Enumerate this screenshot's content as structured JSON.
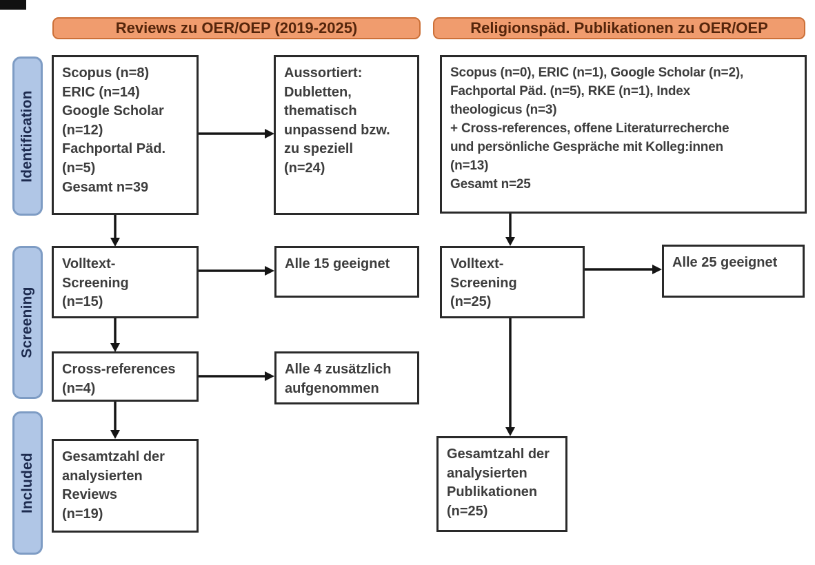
{
  "headers": {
    "left": "Reviews zu OER/OEP (2019-2025)",
    "right": "Religionspäd. Publikationen zu OER/OEP"
  },
  "stages": [
    {
      "label": "Identification"
    },
    {
      "label": "Screening"
    },
    {
      "label": "Included"
    }
  ],
  "boxes": {
    "left_sources": "Scopus (n=8)\nERIC (n=14)\nGoogle Scholar\n(n=12)\nFachportal Päd.\n(n=5)\nGesamt n=39",
    "left_excluded": "Aussortiert:\nDubletten,\nthematisch\nunpassend bzw.\nzu speziell\n(n=24)",
    "left_fulltext": "Volltext-\nScreening\n(n=15)",
    "left_fulltext_result": "Alle 15 geeignet",
    "left_crossref": "Cross-references\n(n=4)",
    "left_crossref_result": "Alle 4 zusätzlich\naufgenommen",
    "left_included": "Gesamtzahl der\nanalysierten\nReviews\n(n=19)",
    "right_sources": "Scopus (n=0), ERIC (n=1), Google Scholar (n=2),\nFachportal Päd. (n=5), RKE (n=1), Index\ntheologicus (n=3)\n+ Cross-references, offene Literaturrecherche\nund persönliche Gespräche mit Kolleg:innen\n(n=13)\nGesamt n=25",
    "right_fulltext": "Volltext-\nScreening\n(n=25)",
    "right_fulltext_result": "Alle 25 geeignet",
    "right_included": "Gesamtzahl der\nanalysierten\nPublikationen\n(n=25)"
  },
  "colors": {
    "header_fill": "#f09c6e",
    "header_border": "#cc7038",
    "header_text": "#55250b",
    "stage_fill": "#b0c6e6",
    "stage_border": "#7e9cc4",
    "stage_text": "#1d2b4f",
    "box_border": "#2a2a2a",
    "box_text": "#3d3d3d",
    "arrow": "#151515"
  }
}
